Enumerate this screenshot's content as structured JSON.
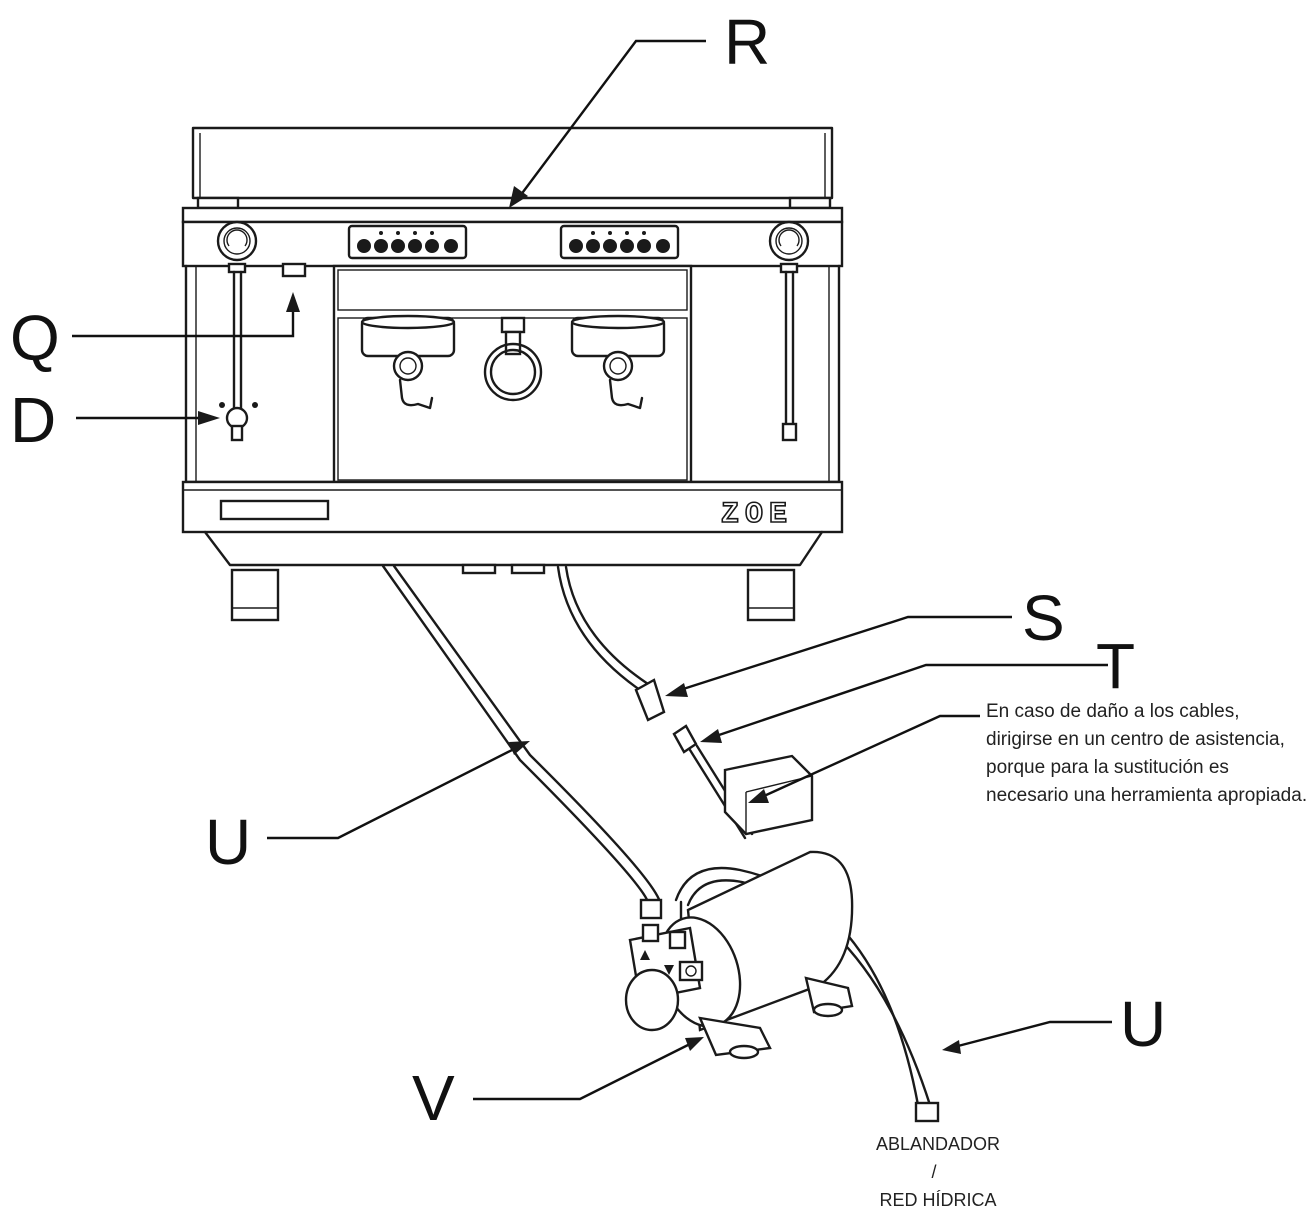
{
  "callouts": {
    "r": "R",
    "q": "Q",
    "d": "D",
    "s": "S",
    "t": "T",
    "u_left": "U",
    "u_right": "U",
    "v": "V"
  },
  "brand_logo": "ZOE",
  "note": {
    "line1": "En caso de daño a los cables,",
    "line2": "dirigirse en un centro de asistencia,",
    "line3": "porque para la sustitución es",
    "line4": "necesario una herramienta apropiada."
  },
  "water_source": {
    "line1": "ABLANDADOR",
    "line2": "/",
    "line3": "RED HÍDRICA"
  }
}
